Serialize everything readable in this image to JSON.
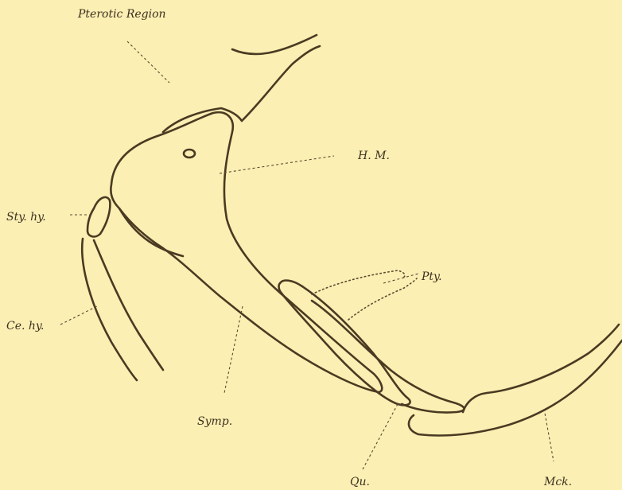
{
  "figure": {
    "background_color": "#fbefb3",
    "ink_color": "#4a3a22",
    "labels": {
      "pterotic_region": "Pterotic Region",
      "hyomandibular": "H. M.",
      "stylohyal": "Sty. hy.",
      "ceratohyal": "Ce. hy.",
      "pterygoid": "Pty.",
      "symplectic": "Symp.",
      "quadrate": "Qu.",
      "meckel": "Mck."
    }
  }
}
